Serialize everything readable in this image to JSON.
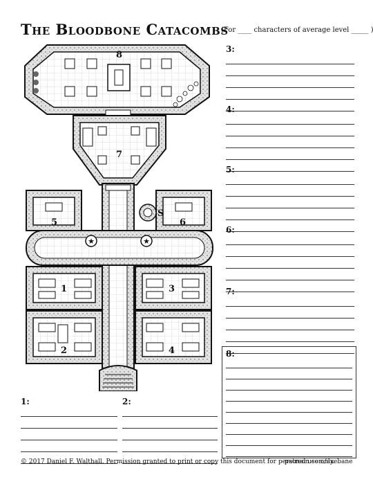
{
  "header": {
    "title": "The Bloodbone Catacombs",
    "subtitle": "(For ____ characters of average level _____ )"
  },
  "map": {
    "room_labels": [
      "8",
      "7",
      "5",
      "6",
      "S",
      "1",
      "3",
      "2",
      "4"
    ],
    "colors": {
      "ink": "#111111",
      "wall": "#d9d9d9",
      "floor": "#ffffff"
    }
  },
  "sections": {
    "s3": "3:",
    "s4": "4:",
    "s5": "5:",
    "s6": "6:",
    "s7": "7:",
    "s8": "8:",
    "s1": "1:",
    "s2": "2:"
  },
  "footer": {
    "credit": "© 2017  Daniel F. Walthall.  Permission granted to print or copy this document for personal use only.",
    "link": "patreon.com/axebane"
  }
}
